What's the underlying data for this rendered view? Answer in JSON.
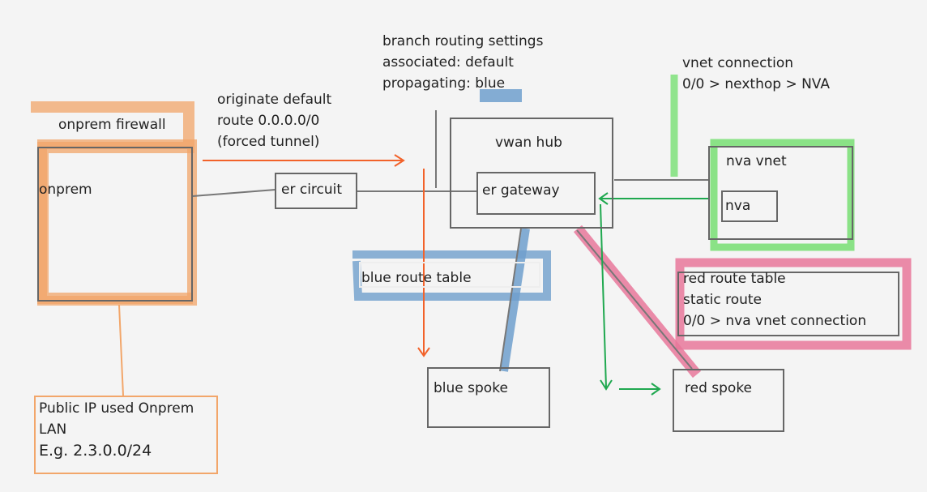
{
  "colors": {
    "orange": "#f2a66a",
    "orange_line": "#f2622a",
    "blue": "#6f9fcc",
    "green": "#7ee07a",
    "green_line": "#1fa84f",
    "red": "#e8779a",
    "box_border": "#666666",
    "background": "#f4f4f4"
  },
  "labels": {
    "onprem_firewall": "onprem firewall",
    "onprem": "onprem",
    "originate_default": [
      "originate default",
      "route 0.0.0.0/0",
      "(forced tunnel)"
    ],
    "er_circuit": "er circuit",
    "branch_routing": [
      "branch routing settings",
      "associated: default",
      "propagating: blue"
    ],
    "vwan_hub": "vwan hub",
    "er_gateway": "er gateway",
    "vnet_connection": [
      "vnet connection",
      "0/0 > nexthop > NVA"
    ],
    "nva_vnet": "nva vnet",
    "nva": "nva",
    "blue_route_table": "blue route table",
    "red_route_table": [
      "red route table",
      "static route",
      "0/0 > nva vnet connection"
    ],
    "blue_spoke": "blue spoke",
    "red_spoke": "red spoke",
    "public_ip_note": [
      "Public IP used Onprem",
      "LAN",
      "E.g. 2.3.0.0/24"
    ]
  }
}
